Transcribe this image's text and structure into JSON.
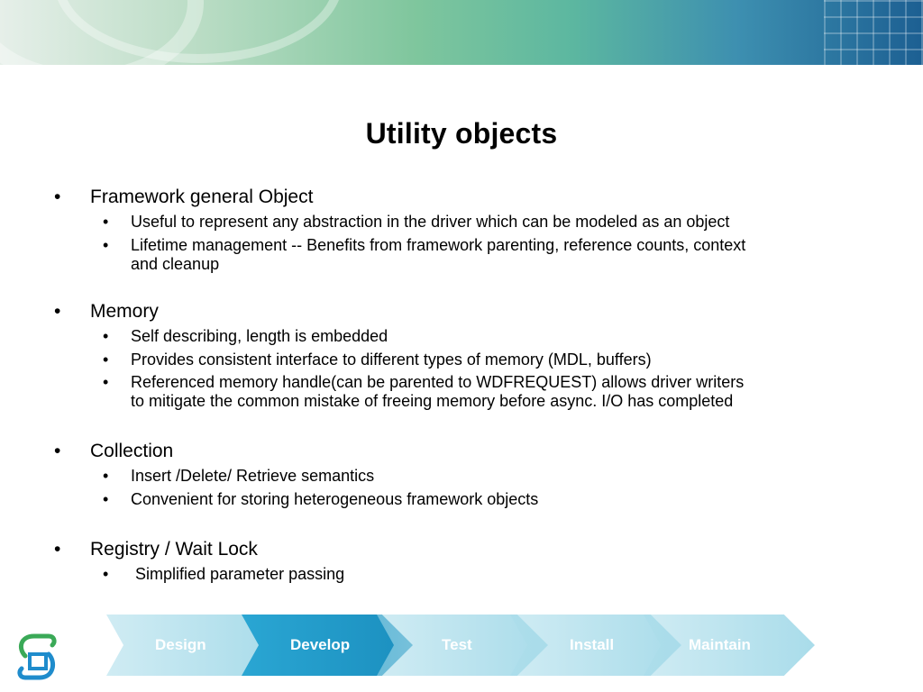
{
  "slide": {
    "title": "Utility objects",
    "sections": [
      {
        "heading": "Framework general Object",
        "items": [
          [
            "Useful to represent any abstraction in the driver  which can be modeled as an object"
          ],
          [
            "Lifetime management -- Benefits from framework parenting, reference counts, context",
            "and cleanup"
          ]
        ]
      },
      {
        "heading": "Memory",
        "items": [
          [
            "Self describing, length is embedded"
          ],
          [
            "Provides consistent interface to different types of memory (MDL, buffers)"
          ],
          [
            "Referenced memory handle(can be parented to WDFREQUEST) allows driver writers",
            "to mitigate the common mistake of freeing memory before async. I/O has completed"
          ]
        ]
      },
      {
        "heading": "Collection",
        "items": [
          [
            "Insert /Delete/ Retrieve semantics"
          ],
          [
            "Convenient for storing heterogeneous framework objects"
          ]
        ]
      },
      {
        "heading": "Registry / Wait Lock",
        "items": [
          [
            " Simplified parameter passing"
          ]
        ]
      }
    ],
    "bullet_l1": "•",
    "bullet_l2": "•"
  },
  "footer": {
    "stages": [
      {
        "label": "Design",
        "active": false
      },
      {
        "label": "Develop",
        "active": true
      },
      {
        "label": "Test",
        "active": false
      },
      {
        "label": "Install",
        "active": false
      },
      {
        "label": "Maintain",
        "active": false
      }
    ]
  },
  "colors": {
    "arrow_inactive": "#a9dcea",
    "arrow_active": "#2aa6d3",
    "logo_green": "#3aa957",
    "logo_blue": "#1f8ccc"
  }
}
